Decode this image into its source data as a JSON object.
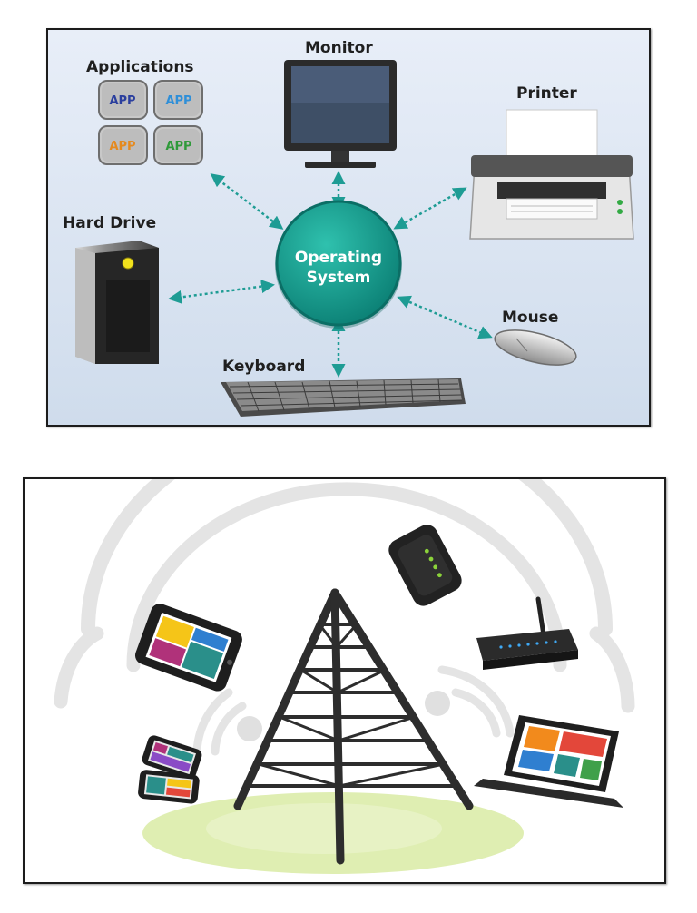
{
  "os_diagram": {
    "center": {
      "line1": "Operating",
      "line2": "System"
    },
    "nodes": {
      "applications": "Applications",
      "monitor": "Monitor",
      "printer": "Printer",
      "hard_drive": "Hard Drive",
      "mouse": "Mouse",
      "keyboard": "Keyboard"
    },
    "app_tiles": [
      {
        "label": "APP",
        "color": "#2b3f9e"
      },
      {
        "label": "APP",
        "color": "#2f8fd8"
      },
      {
        "label": "APP",
        "color": "#e58a1f"
      },
      {
        "label": "APP",
        "color": "#2f9a3a"
      }
    ],
    "colors": {
      "os_circle": "#129c8c",
      "arrow": "#1e9c94",
      "background": "#dfe9f5"
    }
  },
  "wireless_diagram": {
    "colors": {
      "tower": "#2d2d2d",
      "waves": "#e3e3e3",
      "ground": "#d8eaa0"
    }
  }
}
